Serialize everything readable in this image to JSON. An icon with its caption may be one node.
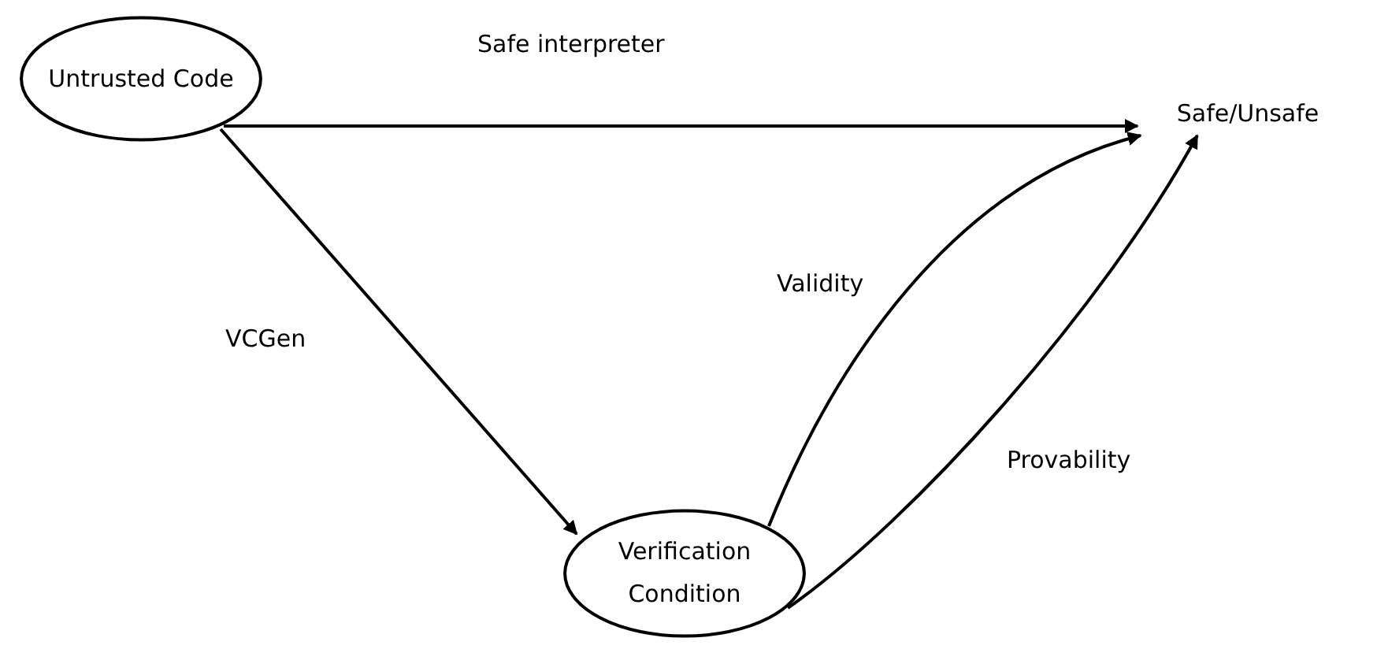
{
  "diagram": {
    "nodes": [
      {
        "text": [
          "Untrusted Code"
        ]
      },
      {
        "text": [
          "Safe/Unsafe"
        ]
      },
      {
        "text": [
          "Verification Condition"
        ]
      }
    ],
    "edges": [
      {
        "from": 0,
        "to": 1,
        "arrow": "to",
        "label": "Safe interpreter"
      },
      {
        "from": 0,
        "to": 2,
        "arrow": "to",
        "label": "VCGen"
      },
      {
        "from": 2,
        "to": 1,
        "arrow": "to",
        "label": "Validity"
      },
      {
        "from": 2,
        "to": 1,
        "arrow": "to",
        "label": "Provability"
      }
    ]
  }
}
